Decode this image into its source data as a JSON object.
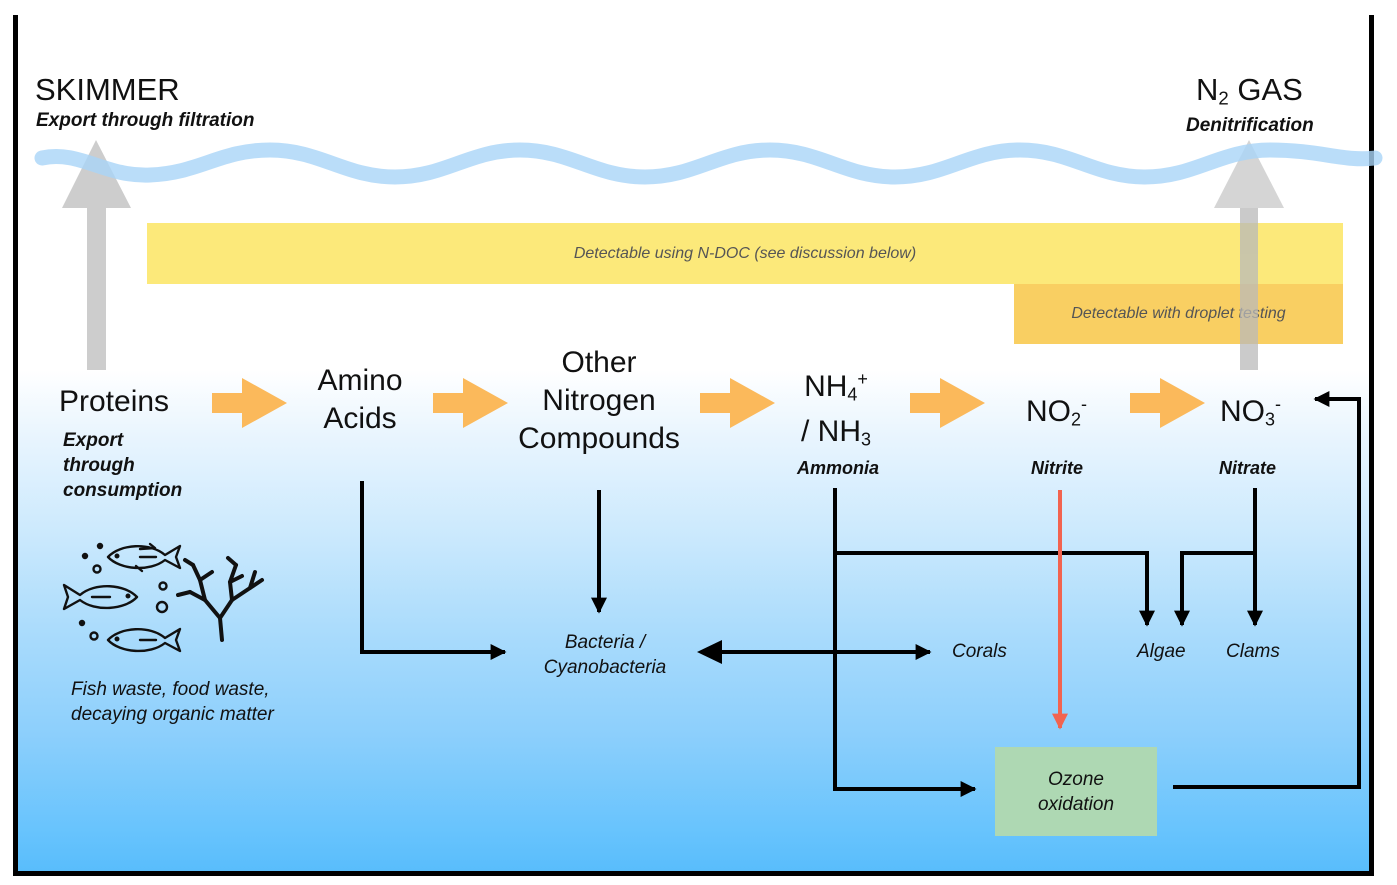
{
  "colors": {
    "wave": "#b5dcf9",
    "export_arrow": "#c8c8c8",
    "process_arrow": "#fbb95b",
    "flow_arrow": "#000000",
    "ozone_arrow": "#f2634f",
    "ndoc_band": "#fce97a",
    "droplet_band": "#f9cf62",
    "ozone_box": "#aed8b3",
    "water_top": "#ffffff",
    "water_bottom": "#57bcfb"
  },
  "top": {
    "skimmer": {
      "title": "SKIMMER",
      "subtitle": "Export through filtration"
    },
    "n2gas": {
      "title_prefix": "N",
      "title_sub": "2",
      "title_suffix": " GAS",
      "subtitle": "Denitrification"
    }
  },
  "bands": {
    "ndoc": "Detectable using N-DOC (see discussion below)",
    "droplet": "Detectable with droplet testing"
  },
  "chain": [
    {
      "id": "proteins",
      "lines": [
        "Proteins"
      ],
      "note_lines": [
        "Export",
        "through",
        "consumption"
      ]
    },
    {
      "id": "amino-acids",
      "lines": [
        "Amino",
        "Acids"
      ]
    },
    {
      "id": "other-nitrogen",
      "lines": [
        "Other",
        "Nitrogen",
        "Compounds"
      ]
    },
    {
      "id": "ammonia",
      "formula1": "NH",
      "sub1": "4",
      "sup1": "+",
      "formula2": "/ NH",
      "sub2": "3",
      "caption": "Ammonia"
    },
    {
      "id": "nitrite",
      "formula": "NO",
      "sub": "2",
      "sup": "-",
      "caption": "Nitrite"
    },
    {
      "id": "nitrate",
      "formula": "NO",
      "sub": "3",
      "sup": "-",
      "caption": "Nitrate"
    }
  ],
  "consumers": {
    "bacteria_lines": [
      "Bacteria /",
      "Cyanobacteria"
    ],
    "corals": "Corals",
    "algae": "Algae",
    "clams": "Clams"
  },
  "ozone": {
    "lines": [
      "Ozone",
      "oxidation"
    ]
  },
  "sources": {
    "icon": "fish-and-coral-icon",
    "lines": [
      "Fish waste, food waste,",
      "decaying organic matter"
    ]
  }
}
